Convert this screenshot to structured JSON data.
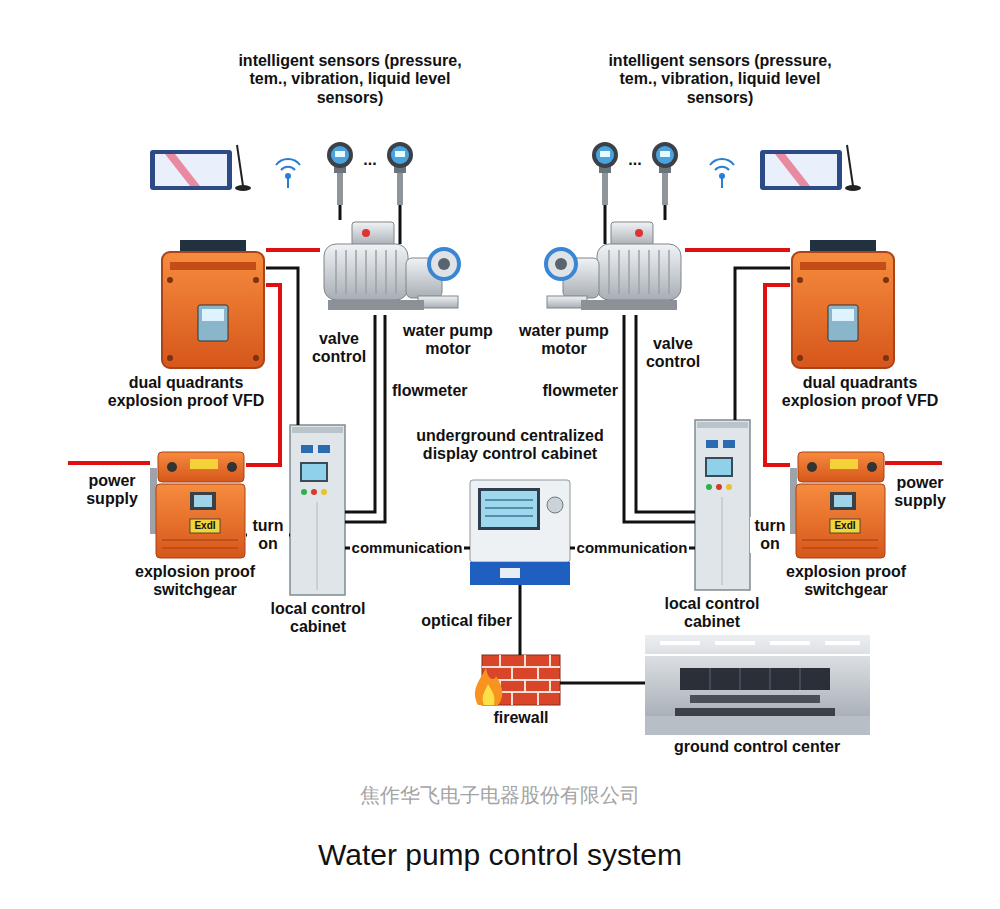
{
  "diagram": {
    "caption": "Water pump control system",
    "nodes": [
      {
        "text": [
          "intelligent sensors (pressure, tem., vibration, liquid level sensors)"
        ]
      },
      {
        "text": [
          "water pump motor"
        ]
      },
      {
        "text": [
          "dual quadrants explosion proof VFD"
        ]
      },
      {
        "text": [
          "explosion proof switchgear"
        ]
      },
      {
        "text": [
          "local control cabinet"
        ]
      },
      {
        "text": [
          "underground centralized display control cabinet"
        ]
      },
      {
        "text": [
          "local control cabinet"
        ]
      },
      {
        "text": [
          "explosion proof switchgear"
        ]
      },
      {
        "text": [
          "dual quadrants explosion proof VFD"
        ]
      },
      {
        "text": [
          "water pump motor"
        ]
      },
      {
        "text": [
          "intelligent sensors (pressure, tem., vibration, liquid level sensors)"
        ]
      },
      {
        "text": [
          "firewall"
        ]
      },
      {
        "text": [
          "ground control center"
        ]
      }
    ],
    "edges": [
      {
        "from": 0,
        "to": 1,
        "arrow": "none"
      },
      {
        "from": 4,
        "to": 1,
        "label": "valve control",
        "arrow": "none"
      },
      {
        "from": 1,
        "to": 4,
        "label": "flowmeter",
        "arrow": "none"
      },
      {
        "from": 3,
        "to": 2,
        "arrow": "none"
      },
      {
        "from": 2,
        "to": 1,
        "arrow": "none"
      },
      {
        "from": 2,
        "to": 4,
        "arrow": "none"
      },
      {
        "from": 3,
        "to": 4,
        "label": "turn on",
        "arrow": "none"
      },
      {
        "from": 4,
        "to": 5,
        "label": "communication",
        "arrow": "none"
      },
      {
        "from": 10,
        "to": 9,
        "arrow": "none"
      },
      {
        "from": 6,
        "to": 9,
        "label": "valve control",
        "arrow": "none"
      },
      {
        "from": 9,
        "to": 6,
        "label": "flowmeter",
        "arrow": "none"
      },
      {
        "from": 7,
        "to": 8,
        "arrow": "none"
      },
      {
        "from": 8,
        "to": 9,
        "arrow": "none"
      },
      {
        "from": 8,
        "to": 6,
        "arrow": "none"
      },
      {
        "from": 7,
        "to": 6,
        "label": "turn on",
        "arrow": "none"
      },
      {
        "from": 6,
        "to": 5,
        "label": "communication",
        "arrow": "none"
      },
      {
        "from": 5,
        "to": 11,
        "label": "optical fiber",
        "arrow": "none"
      },
      {
        "from": 11,
        "to": 12,
        "arrow": "none"
      }
    ],
    "labels": [
      "power supply",
      "ExdI",
      "...",
      "...",
      "ExdI",
      "power supply",
      "焦作华飞电子电器股份有限公司"
    ]
  }
}
